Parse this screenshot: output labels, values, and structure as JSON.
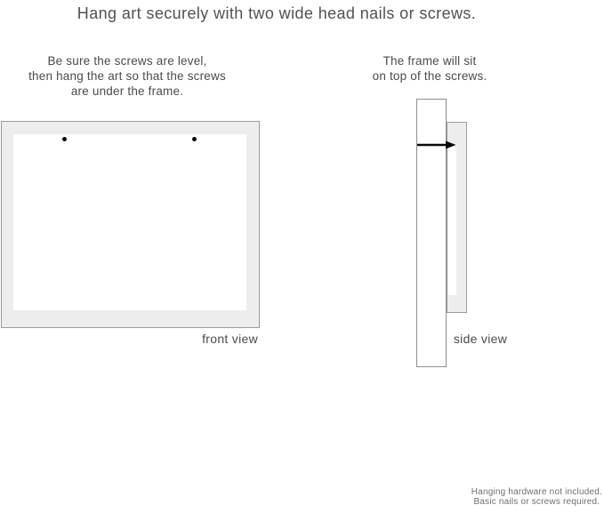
{
  "title": "Hang art securely with two wide head nails or screws.",
  "left_instructions": {
    "lines": [
      "Be sure the screws are level,",
      "then hang the art so that the screws",
      "are under the frame."
    ]
  },
  "right_instructions": {
    "lines": [
      "The frame will sit",
      "on top of the screws."
    ]
  },
  "front_view": {
    "label": "front view",
    "nail_count": 2
  },
  "side_view": {
    "label": "side view"
  },
  "footer": {
    "lines": [
      "Hanging hardware not included.",
      "Basic nails or screws required."
    ]
  },
  "colors": {
    "background": "#ffffff",
    "frame_fill": "#ededed",
    "frame_border": "#9b9b9b",
    "wall_border": "#8e8e8e",
    "text": "#4b4b4b",
    "footer_text": "#6e6e6e",
    "nail": "#0a0a0a"
  }
}
